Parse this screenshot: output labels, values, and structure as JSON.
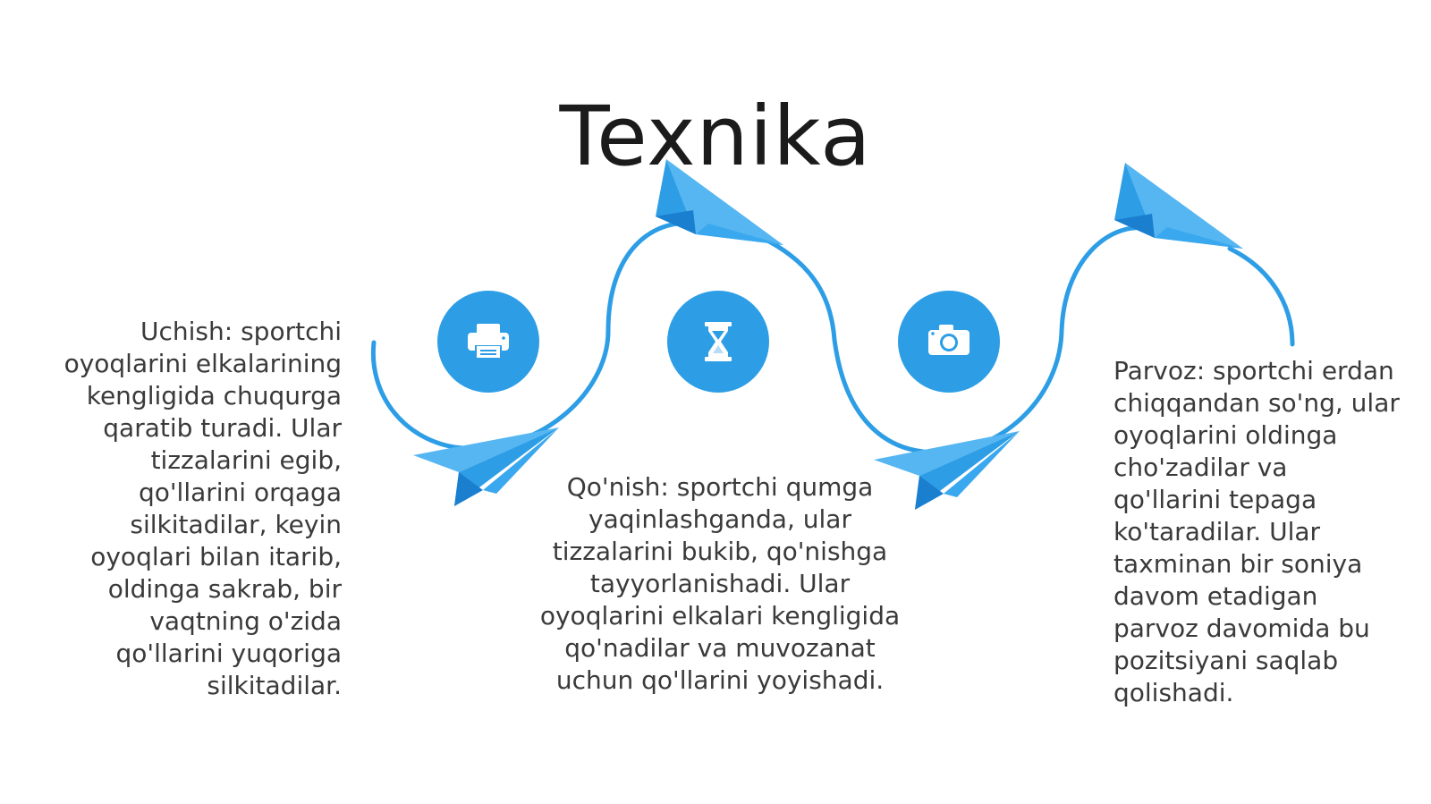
{
  "title": "Texnika",
  "colors": {
    "accent": "#2d9ee6",
    "accent_light": "#55b6f2",
    "accent_dark": "#1a7fcf",
    "text": "#3a3a3a",
    "title": "#1b1b1b"
  },
  "steps": [
    {
      "icon": "printer-icon",
      "text": "Uchish: sportchi oyoqlarini elkalarining kengligida chuqurga qaratib turadi. Ular tizzalarini egib, qo'llarini orqaga silkitadilar, keyin oyoqlari bilan itarib, oldinga sakrab, bir vaqtning o'zida qo'llarini yuqoriga silkitadilar."
    },
    {
      "icon": "hourglass-icon",
      "text": "Qo'nish: sportchi qumga yaqinlashganda, ular tizzalarini bukib, qo'nishga tayyorlanishadi. Ular oyoqlarini elkalari kengligida qo'nadilar va muvozanat uchun qo'llarini yoyishadi."
    },
    {
      "icon": "camera-icon",
      "text": "Parvoz: sportchi erdan chiqqandan so'ng, ular oyoqlarini oldinga cho'zadilar va qo'llarini tepaga ko'taradilar. Ular taxminan bir soniya davom etadigan parvoz davomida bu pozitsiyani saqlab qolishadi."
    }
  ]
}
